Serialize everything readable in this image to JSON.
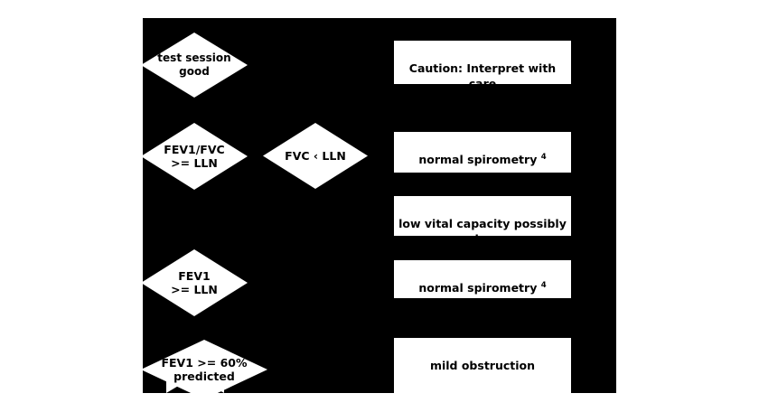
{
  "figure": {
    "kind": "spirometry-interpretation-flowchart",
    "canvas_background": "#000000",
    "page_background": "#ffffff",
    "node_fill": "#ffffff",
    "node_text_color": "#000000"
  },
  "decisions": [
    {
      "id": "test-session-good",
      "label": "test session\ngood",
      "font_size": "12px"
    },
    {
      "id": "fev1-fvc-ratio",
      "label": "FEV1/FVC\n>= LLN",
      "font_size": "12.5px"
    },
    {
      "id": "fvc-less-than-lln",
      "label": "FVC ‹ LLN",
      "font_size": "12.5px"
    },
    {
      "id": "fev1-gte-lln",
      "label": "FEV1\n>= LLN",
      "font_size": "12.5px"
    },
    {
      "id": "fev1-gte-60-percent",
      "label": "FEV1 >= 60%\npredicted",
      "font_size": "12.5px"
    }
  ],
  "outcomes": [
    {
      "id": "caution-interpret",
      "text": "Caution: Interpret with care",
      "superscript": "",
      "font_size": "12.5px"
    },
    {
      "id": "normal-spirometry-upper",
      "text": "normal spirometry ",
      "superscript": "4",
      "font_size": "12.5px"
    },
    {
      "id": "low-vital-capacity",
      "text": "low vital capacity possibly due\nto restriction of lung volumes",
      "superscript": "",
      "font_size": "12.5px"
    },
    {
      "id": "normal-spirometry-lower",
      "text": "normal spirometry ",
      "superscript": "4",
      "font_size": "12.5px"
    },
    {
      "id": "mild-obstruction",
      "text": "mild obstruction",
      "superscript": "",
      "font_size": "12.5px"
    }
  ]
}
